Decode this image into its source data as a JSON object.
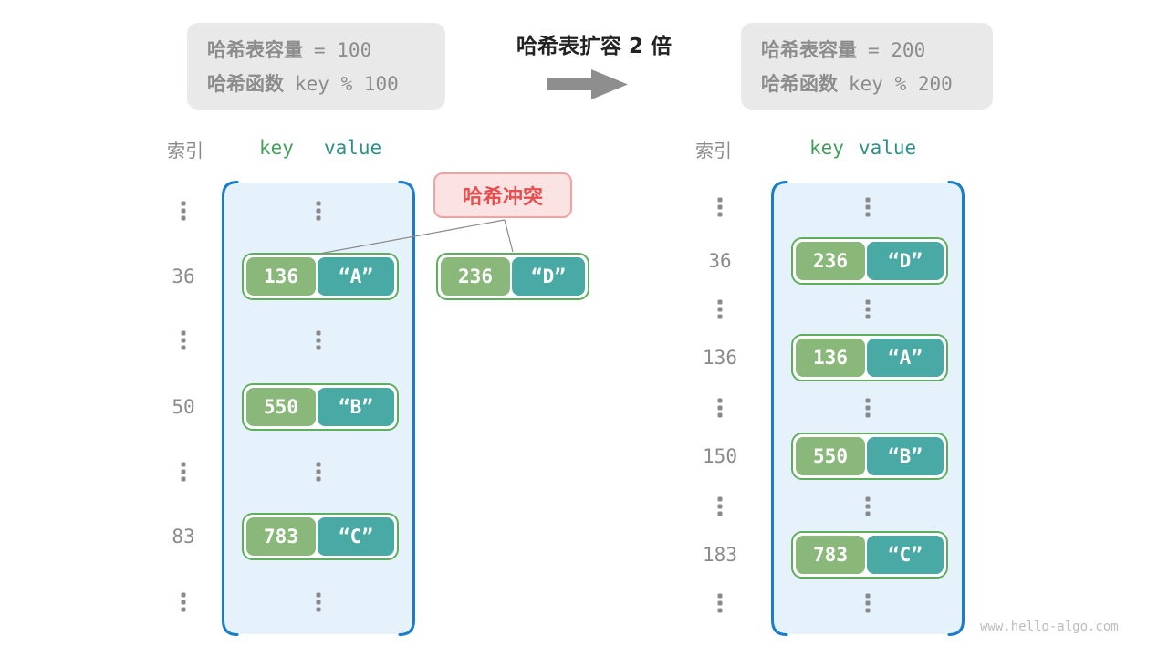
{
  "config_left": {
    "capacity_label": "哈希表容量",
    "capacity_code": "= 100",
    "hash_label": "哈希函数",
    "hash_code": "key % 100"
  },
  "config_right": {
    "capacity_label": "哈希表容量",
    "capacity_code": "= 200",
    "hash_label": "哈希函数",
    "hash_code": "key % 200"
  },
  "transform_title": "哈希表扩容 2 倍",
  "headers": {
    "index": "索引",
    "key": "key",
    "value": "value"
  },
  "collision": {
    "label": "哈希冲突",
    "pair": {
      "key": "236",
      "value": "“D”"
    }
  },
  "left_table": {
    "pairs": [
      {
        "index": "36",
        "key": "136",
        "value": "“A”"
      },
      {
        "index": "50",
        "key": "550",
        "value": "“B”"
      },
      {
        "index": "83",
        "key": "783",
        "value": "“C”"
      }
    ]
  },
  "right_table": {
    "pairs": [
      {
        "index": "36",
        "key": "236",
        "value": "“D”"
      },
      {
        "index": "136",
        "key": "136",
        "value": "“A”"
      },
      {
        "index": "150",
        "key": "550",
        "value": "“B”"
      },
      {
        "index": "183",
        "key": "783",
        "value": "“C”"
      }
    ]
  },
  "watermark": "www.hello-algo.com",
  "icons": {
    "arrow": "right-arrow-icon",
    "ellipsis": "vertical-ellipsis-icon"
  },
  "colors": {
    "table_border": "#1a7dc8",
    "table_fill": "#e6f2fb",
    "key_green": "#8ab87a",
    "value_teal": "#49aaa5",
    "pair_border": "#5fae5f",
    "collision_text": "#e64f4f",
    "collision_fill": "#fce3e3",
    "collision_border": "#f5a0a0",
    "gray_text": "#8a8a8a",
    "header_key_green": "#44a05c",
    "header_value_teal": "#2e8f8b",
    "config_fill": "#e9e9e9"
  }
}
